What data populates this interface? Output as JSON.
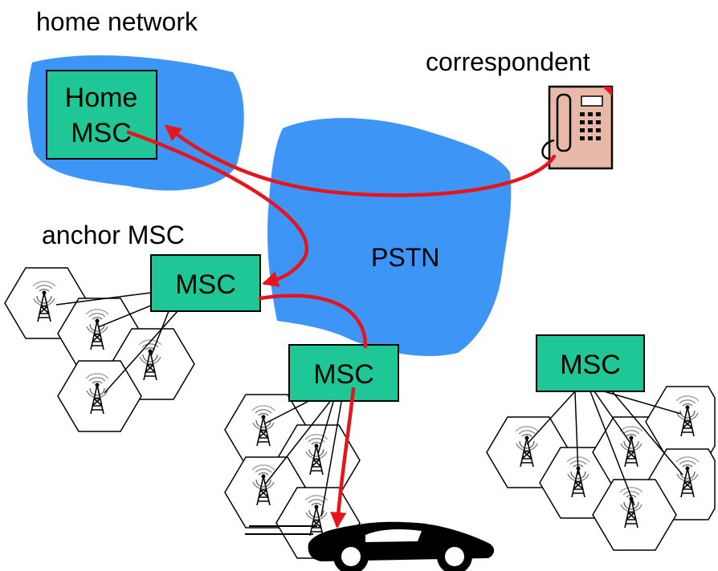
{
  "labels": {
    "home_network": "home network",
    "correspondent": "correspondent",
    "anchor_msc": "anchor MSC",
    "pstn": "PSTN"
  },
  "msc": {
    "home_line1": "Home",
    "home_line2": "MSC",
    "anchor": "MSC",
    "visited": "MSC",
    "other": "MSC"
  },
  "colors": {
    "cloud": "#3d96f5",
    "msc_box": "#1fc796",
    "route": "#e8141c",
    "phone": "#e8b8a8"
  },
  "icons": {
    "phone": "telephone-icon",
    "tower": "cell-tower-icon",
    "car": "car-icon"
  }
}
